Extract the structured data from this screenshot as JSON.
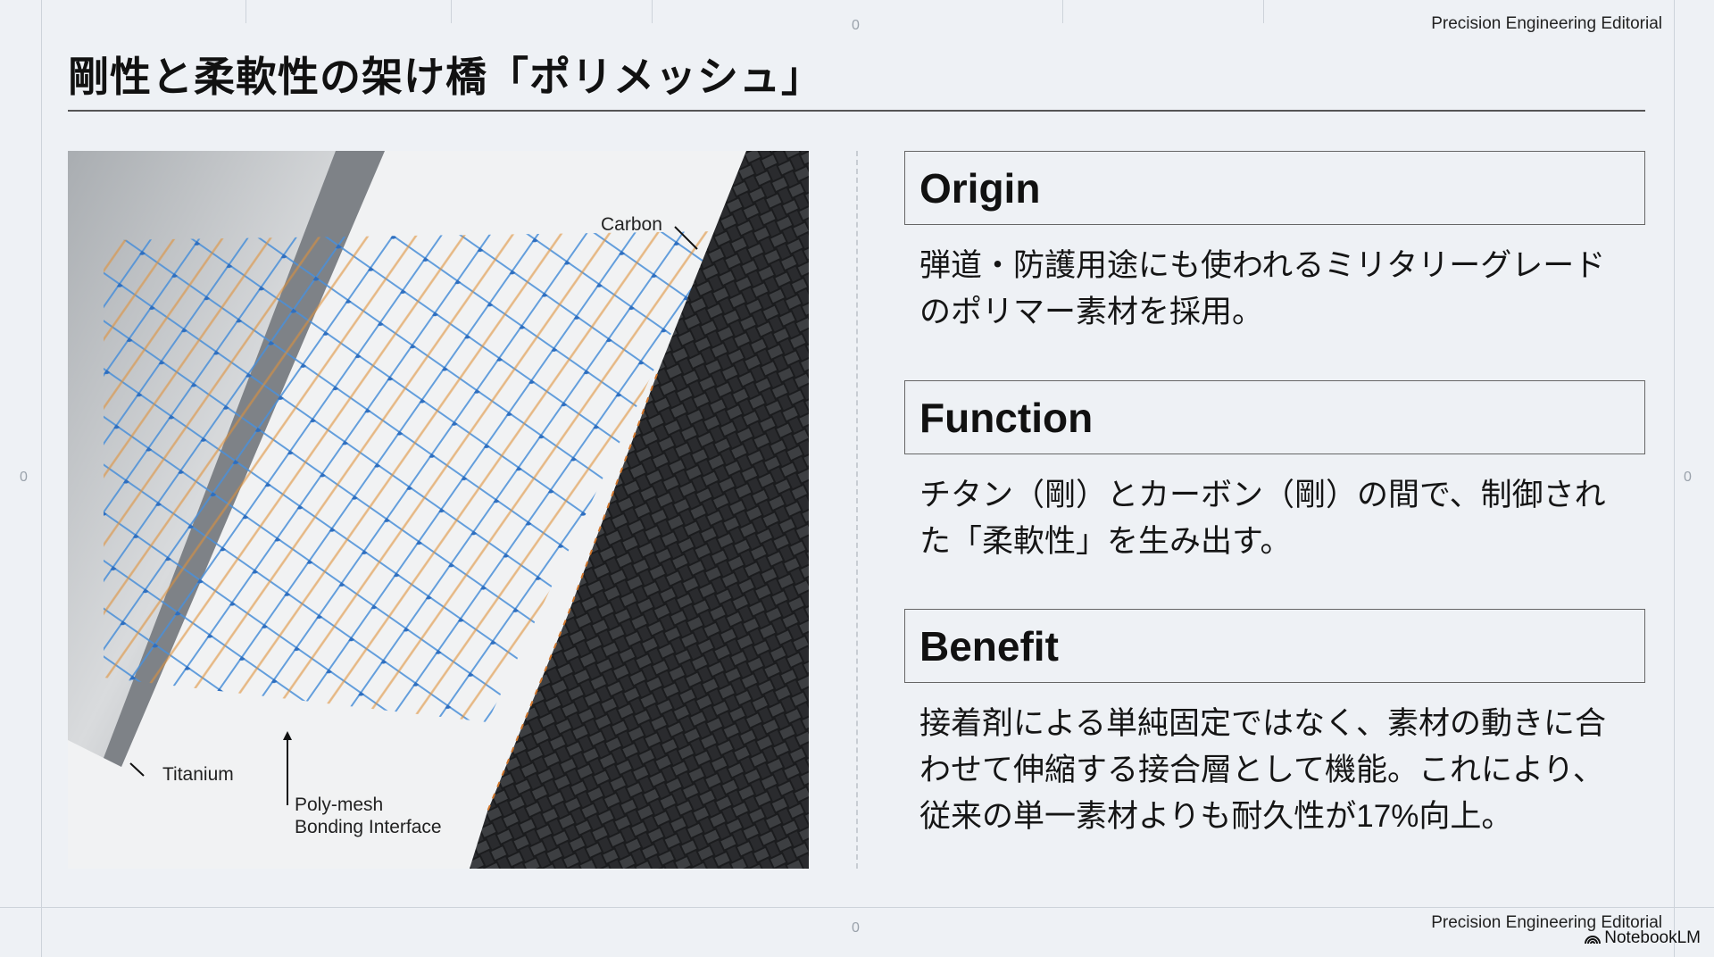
{
  "header": {
    "brand": "Precision Engineering Editorial",
    "title": "剛性と柔軟性の架け橋「ポリメッシュ」"
  },
  "guides": {
    "zero_top": "0",
    "zero_left": "0",
    "zero_right": "0",
    "zero_bottom": "0"
  },
  "figure": {
    "label_carbon": "Carbon",
    "label_titanium": "Titanium",
    "label_mesh_1": "Poly-mesh",
    "label_mesh_2": "Bonding Interface"
  },
  "sections": [
    {
      "heading": "Origin",
      "lines": [
        "弾道・防護用途にも使われるミリタリーグレード",
        "のポリマー素材を採用。"
      ]
    },
    {
      "heading": "Function",
      "lines": [
        "チタン（剛）とカーボン（剛）の間で、制御され",
        "た「柔軟性」を生み出す。"
      ]
    },
    {
      "heading": "Benefit",
      "lines": [
        "接着剤による単純固定ではなく、素材の動きに合",
        "わせて伸縮する接合層として機能。これにより、",
        "従来の単一素材よりも耐久性が17%向上。"
      ]
    }
  ],
  "footer": {
    "brand": "Precision Engineering Editorial",
    "watermark": "NotebookLM"
  }
}
